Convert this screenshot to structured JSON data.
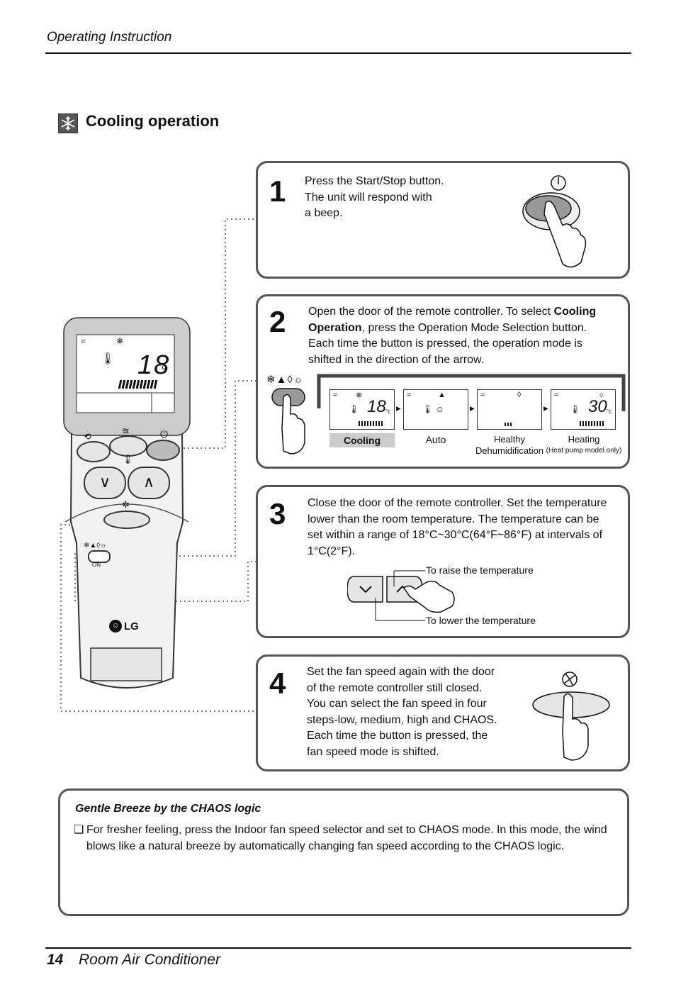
{
  "header": {
    "title": "Operating Instruction"
  },
  "section": {
    "title": "Cooling operation",
    "icon": "snowflake-icon"
  },
  "steps": [
    {
      "num": "1",
      "lines": [
        "Press the Start/Stop button.",
        "The unit will respond with",
        "a beep."
      ]
    },
    {
      "num": "2",
      "text_a": "Open the door of the remote controller. To select ",
      "bold_a": "Cooling",
      "bold_b": "Operation",
      "text_b": ", press the Operation Mode Selection button.",
      "line3": "Each time the button is pressed, the operation mode is",
      "line4": "shifted in the direction of the arrow."
    },
    {
      "num": "3",
      "lines": [
        "Close the door of the remote controller. Set the temperature",
        "lower than the room temperature. The temperature can be",
        "set within a range of 18°C~30°C(64°F~86°F) at intervals of",
        "1°C(2°F)."
      ],
      "raise_label": "To raise the temperature",
      "lower_label": "To lower the temperature"
    },
    {
      "num": "4",
      "lines": [
        "Set the fan speed again with the door",
        "of the remote controller still closed.",
        "You can select the fan speed in four",
        "steps-low, medium, high and CHAOS.",
        "Each time the button is pressed, the",
        "fan speed mode is shifted."
      ]
    }
  ],
  "modes": [
    {
      "label": "Cooling",
      "note": "",
      "display": "18",
      "unit": "°c"
    },
    {
      "label": "Auto",
      "note": "",
      "display": "",
      "unit": ""
    },
    {
      "label": "Healthy",
      "note": "Dehumidification",
      "display": "",
      "unit": ""
    },
    {
      "label": "Heating",
      "note": "(Heat pump model only)",
      "display": "30",
      "unit": "°c"
    }
  ],
  "remote": {
    "display_temp": "18",
    "display_unit": "°c",
    "brand": "LG",
    "switch_label": "ON"
  },
  "note_box": {
    "title": "Gentle Breeze by the CHAOS logic",
    "bullet": "❏",
    "line1": "For fresher feeling, press the Indoor fan speed selector and set to CHAOS mode. In this mode, the wind",
    "line2": "blows like a natural breeze by automatically changing fan speed according to the CHAOS logic."
  },
  "footer": {
    "page": "14",
    "title": "Room Air Conditioner"
  },
  "colors": {
    "box_border": "#555555",
    "remote_body": "#f2f2f2",
    "button_gray": "#cfcfcf"
  }
}
